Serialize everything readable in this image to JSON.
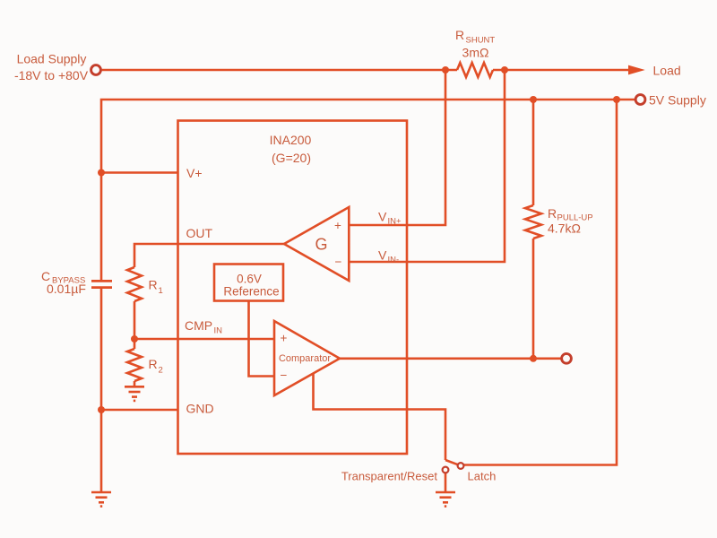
{
  "colors": {
    "line": "#E14E26",
    "text": "#C85B3C",
    "terminal": "#C43E2B",
    "background": "#FCFBFA"
  },
  "power": {
    "load_supply_line1": "Load Supply",
    "load_supply_line2": "-18V to +80V",
    "load": "Load",
    "supply_5v": "5V Supply"
  },
  "shunt": {
    "ref": "R",
    "ref_sub": "SHUNT",
    "value": "3mΩ"
  },
  "chip": {
    "name": "INA200",
    "gain": "(G=20)",
    "pins": {
      "vplus": "V+",
      "out": "OUT",
      "cmp": "CMP",
      "cmp_sub": "IN",
      "gnd": "GND",
      "vin_pos": "V",
      "vin_pos_sub": "IN+",
      "vin_neg": "V",
      "vin_neg_sub": "IN-"
    }
  },
  "amplifier": {
    "gain": "G",
    "plus": "+",
    "minus": "−"
  },
  "reference": {
    "line1": "0.6V",
    "line2": "Reference"
  },
  "comparator": {
    "name": "Comparator",
    "plus": "+",
    "minus": "−"
  },
  "resistors": {
    "r1": "R",
    "r1_sub": "1",
    "r2": "R",
    "r2_sub": "2",
    "pullup": "R",
    "pullup_sub": "PULL-UP",
    "pullup_value": "4.7kΩ"
  },
  "capacitor": {
    "ref": "C",
    "ref_sub": "BYPASS",
    "value": "0.01µF"
  },
  "switch": {
    "left": "Transparent/Reset",
    "right": "Latch"
  }
}
